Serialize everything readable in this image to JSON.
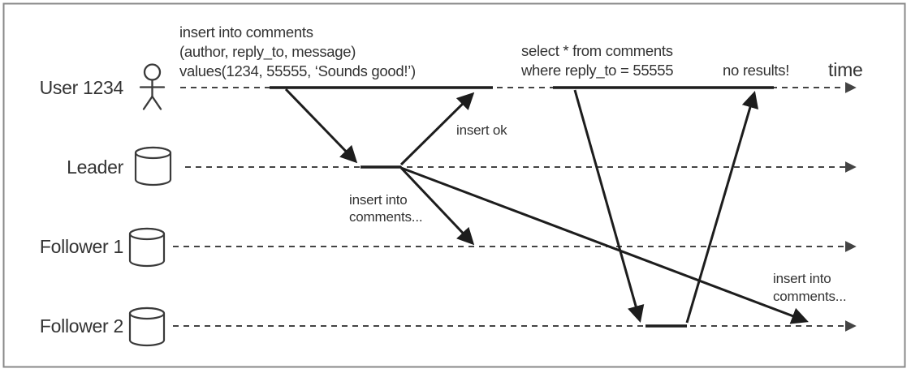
{
  "figure": {
    "time_label": "time",
    "actors": [
      {
        "label": "User 1234",
        "icon": "person-icon"
      },
      {
        "label": "Leader",
        "icon": "database-icon"
      },
      {
        "label": "Follower 1",
        "icon": "database-icon"
      },
      {
        "label": "Follower 2",
        "icon": "database-icon"
      }
    ],
    "messages": {
      "insert_query": [
        "insert into comments",
        "(author, reply_to, message)",
        "values(1234, 55555, ‘Sounds good!’)"
      ],
      "insert_ok": "insert ok",
      "replicate_f1": [
        "insert into",
        "comments..."
      ],
      "replicate_f2": [
        "insert into",
        "comments..."
      ],
      "select_query": [
        "select * from comments",
        "where reply_to = 55555"
      ],
      "no_results": "no results!"
    },
    "colors": {
      "background": "#ffffff",
      "border": "#898989",
      "line": "#1d1d1d",
      "dash": "#444444",
      "text": "#333333"
    }
  }
}
